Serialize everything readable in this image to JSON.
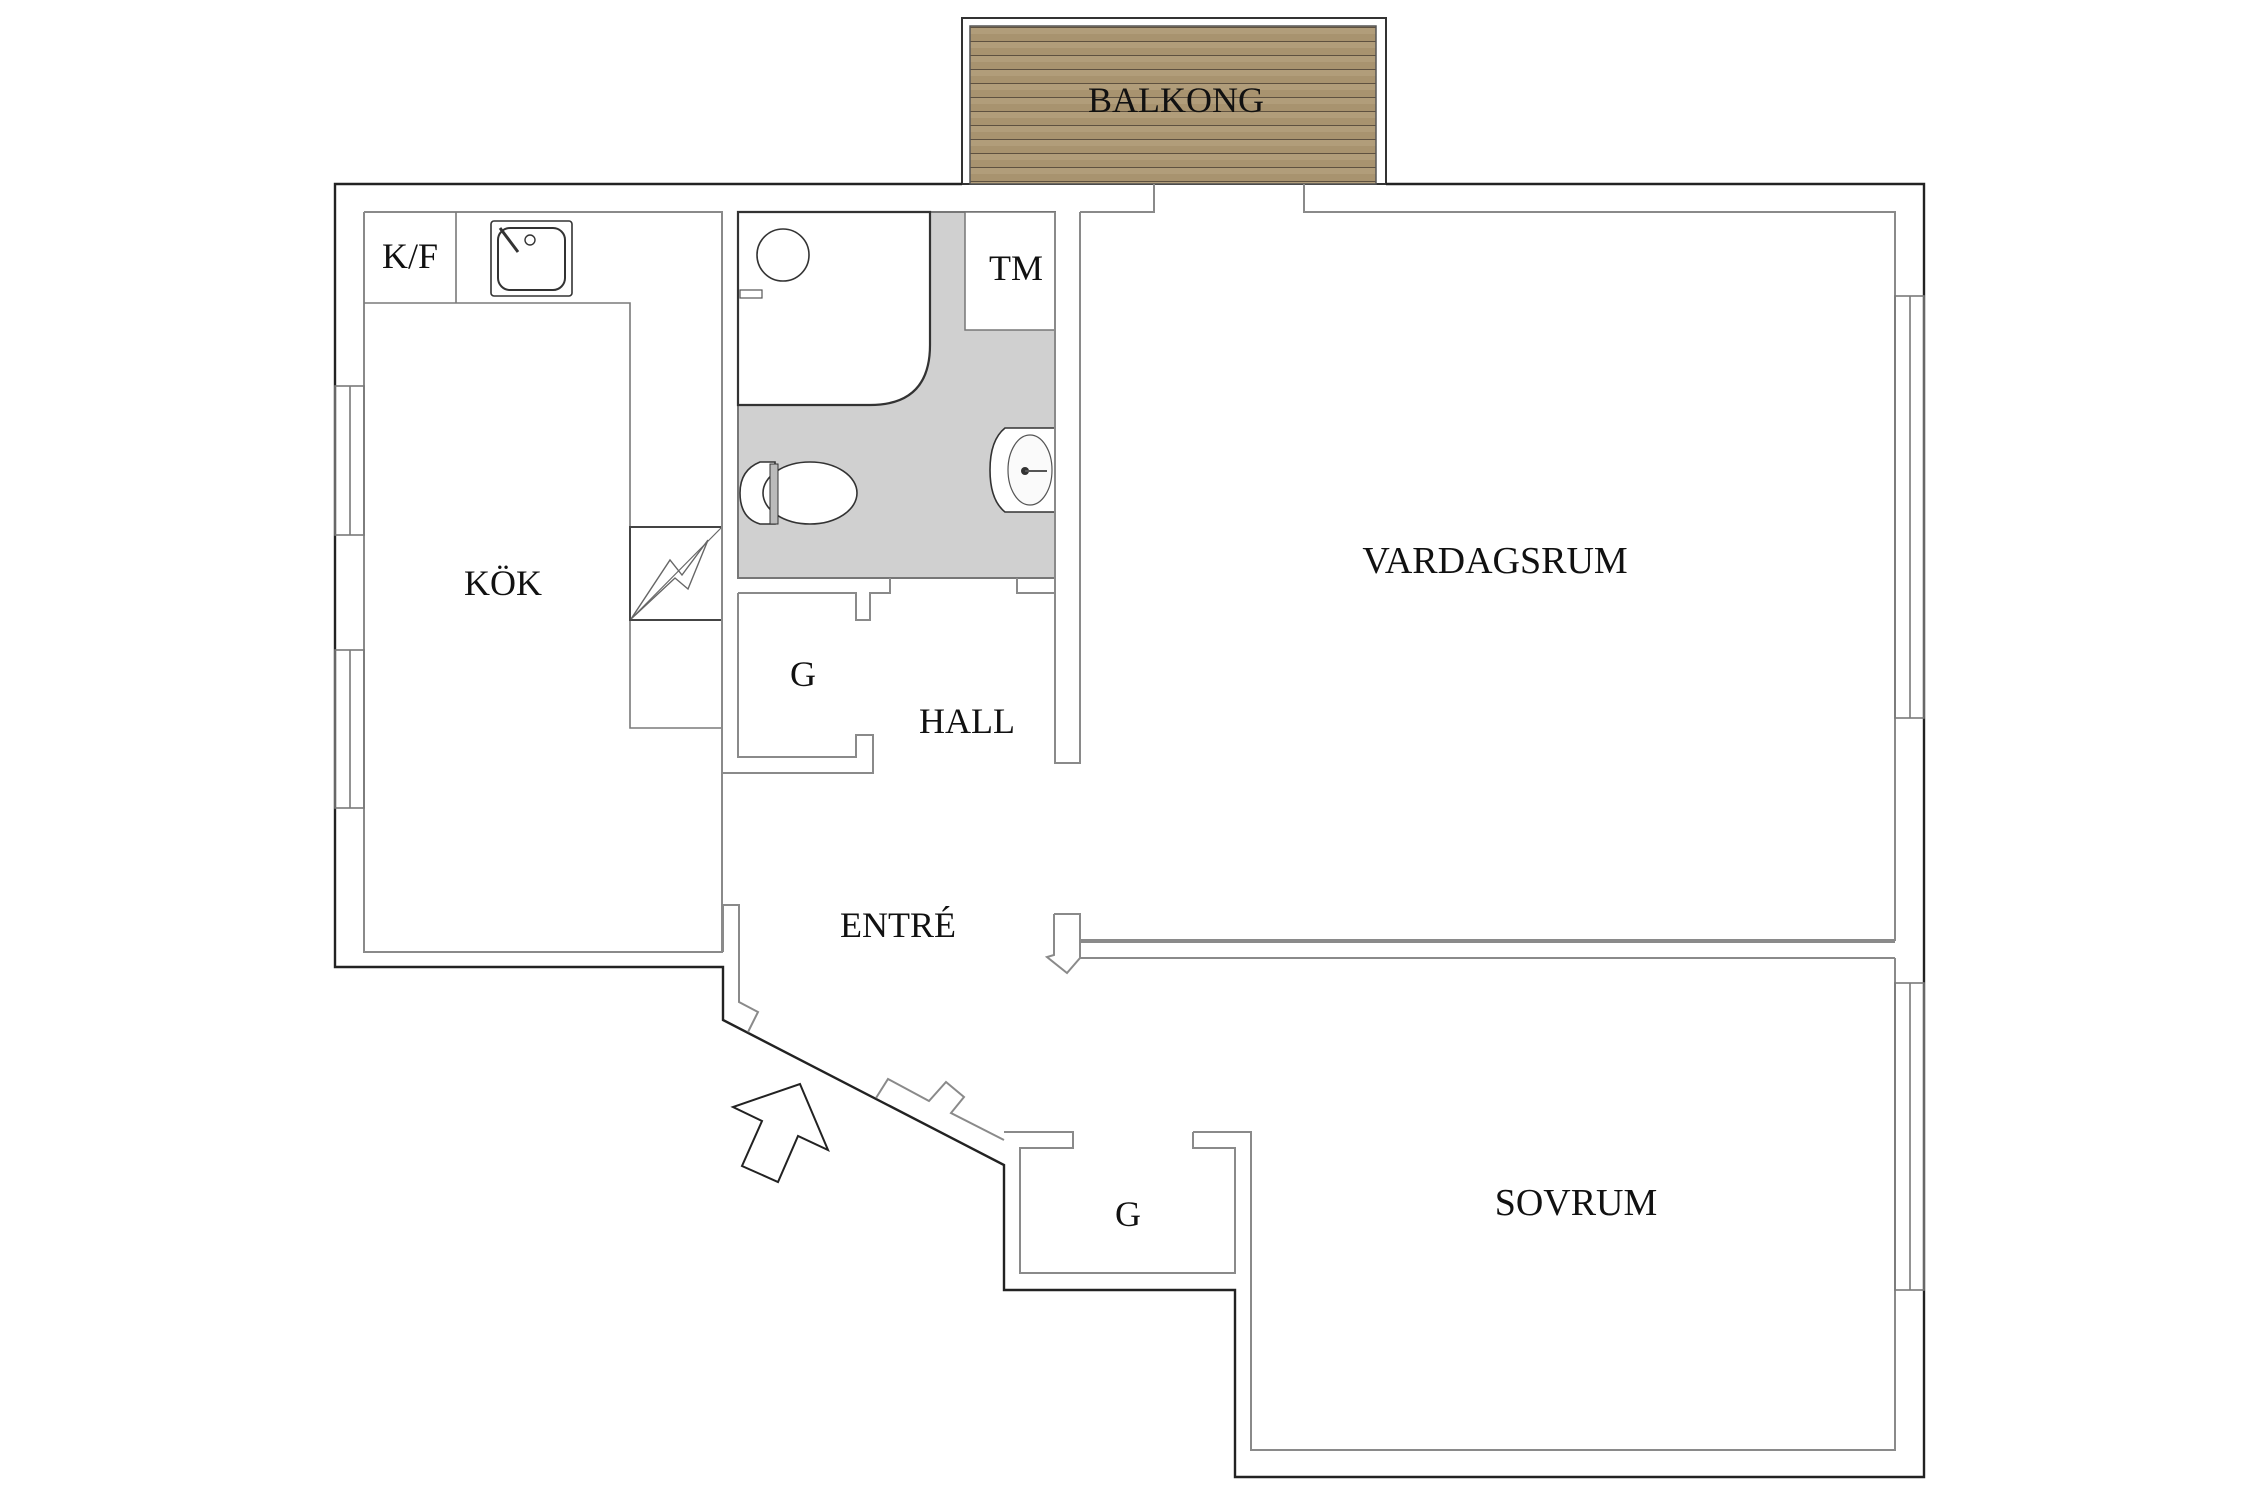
{
  "floorplan": {
    "title": "Apartment floor plan",
    "colors": {
      "background": "#ffffff",
      "outer_wall": "#222222",
      "inner_wall": "#8a8a8a",
      "bathroom_floor": "#d0d0d0",
      "balcony_wood": "#a8936f",
      "label": "#111111"
    },
    "rooms": {
      "balcony": {
        "label": "BALKONG"
      },
      "kitchen": {
        "label": "KÖK"
      },
      "fridge_freezer": {
        "label": "K/F"
      },
      "laundry": {
        "label": "TM"
      },
      "living_room": {
        "label": "VARDAGSRUM"
      },
      "closet_upper": {
        "label": "G"
      },
      "hall": {
        "label": "HALL"
      },
      "entrance": {
        "label": "ENTRÉ"
      },
      "closet_lower": {
        "label": "G"
      },
      "bedroom": {
        "label": "SOVRUM"
      }
    },
    "fixtures": [
      "kitchen-sink",
      "stove",
      "shower",
      "toilet",
      "washbasin"
    ],
    "entrance_arrow": "entry-arrow-icon"
  }
}
